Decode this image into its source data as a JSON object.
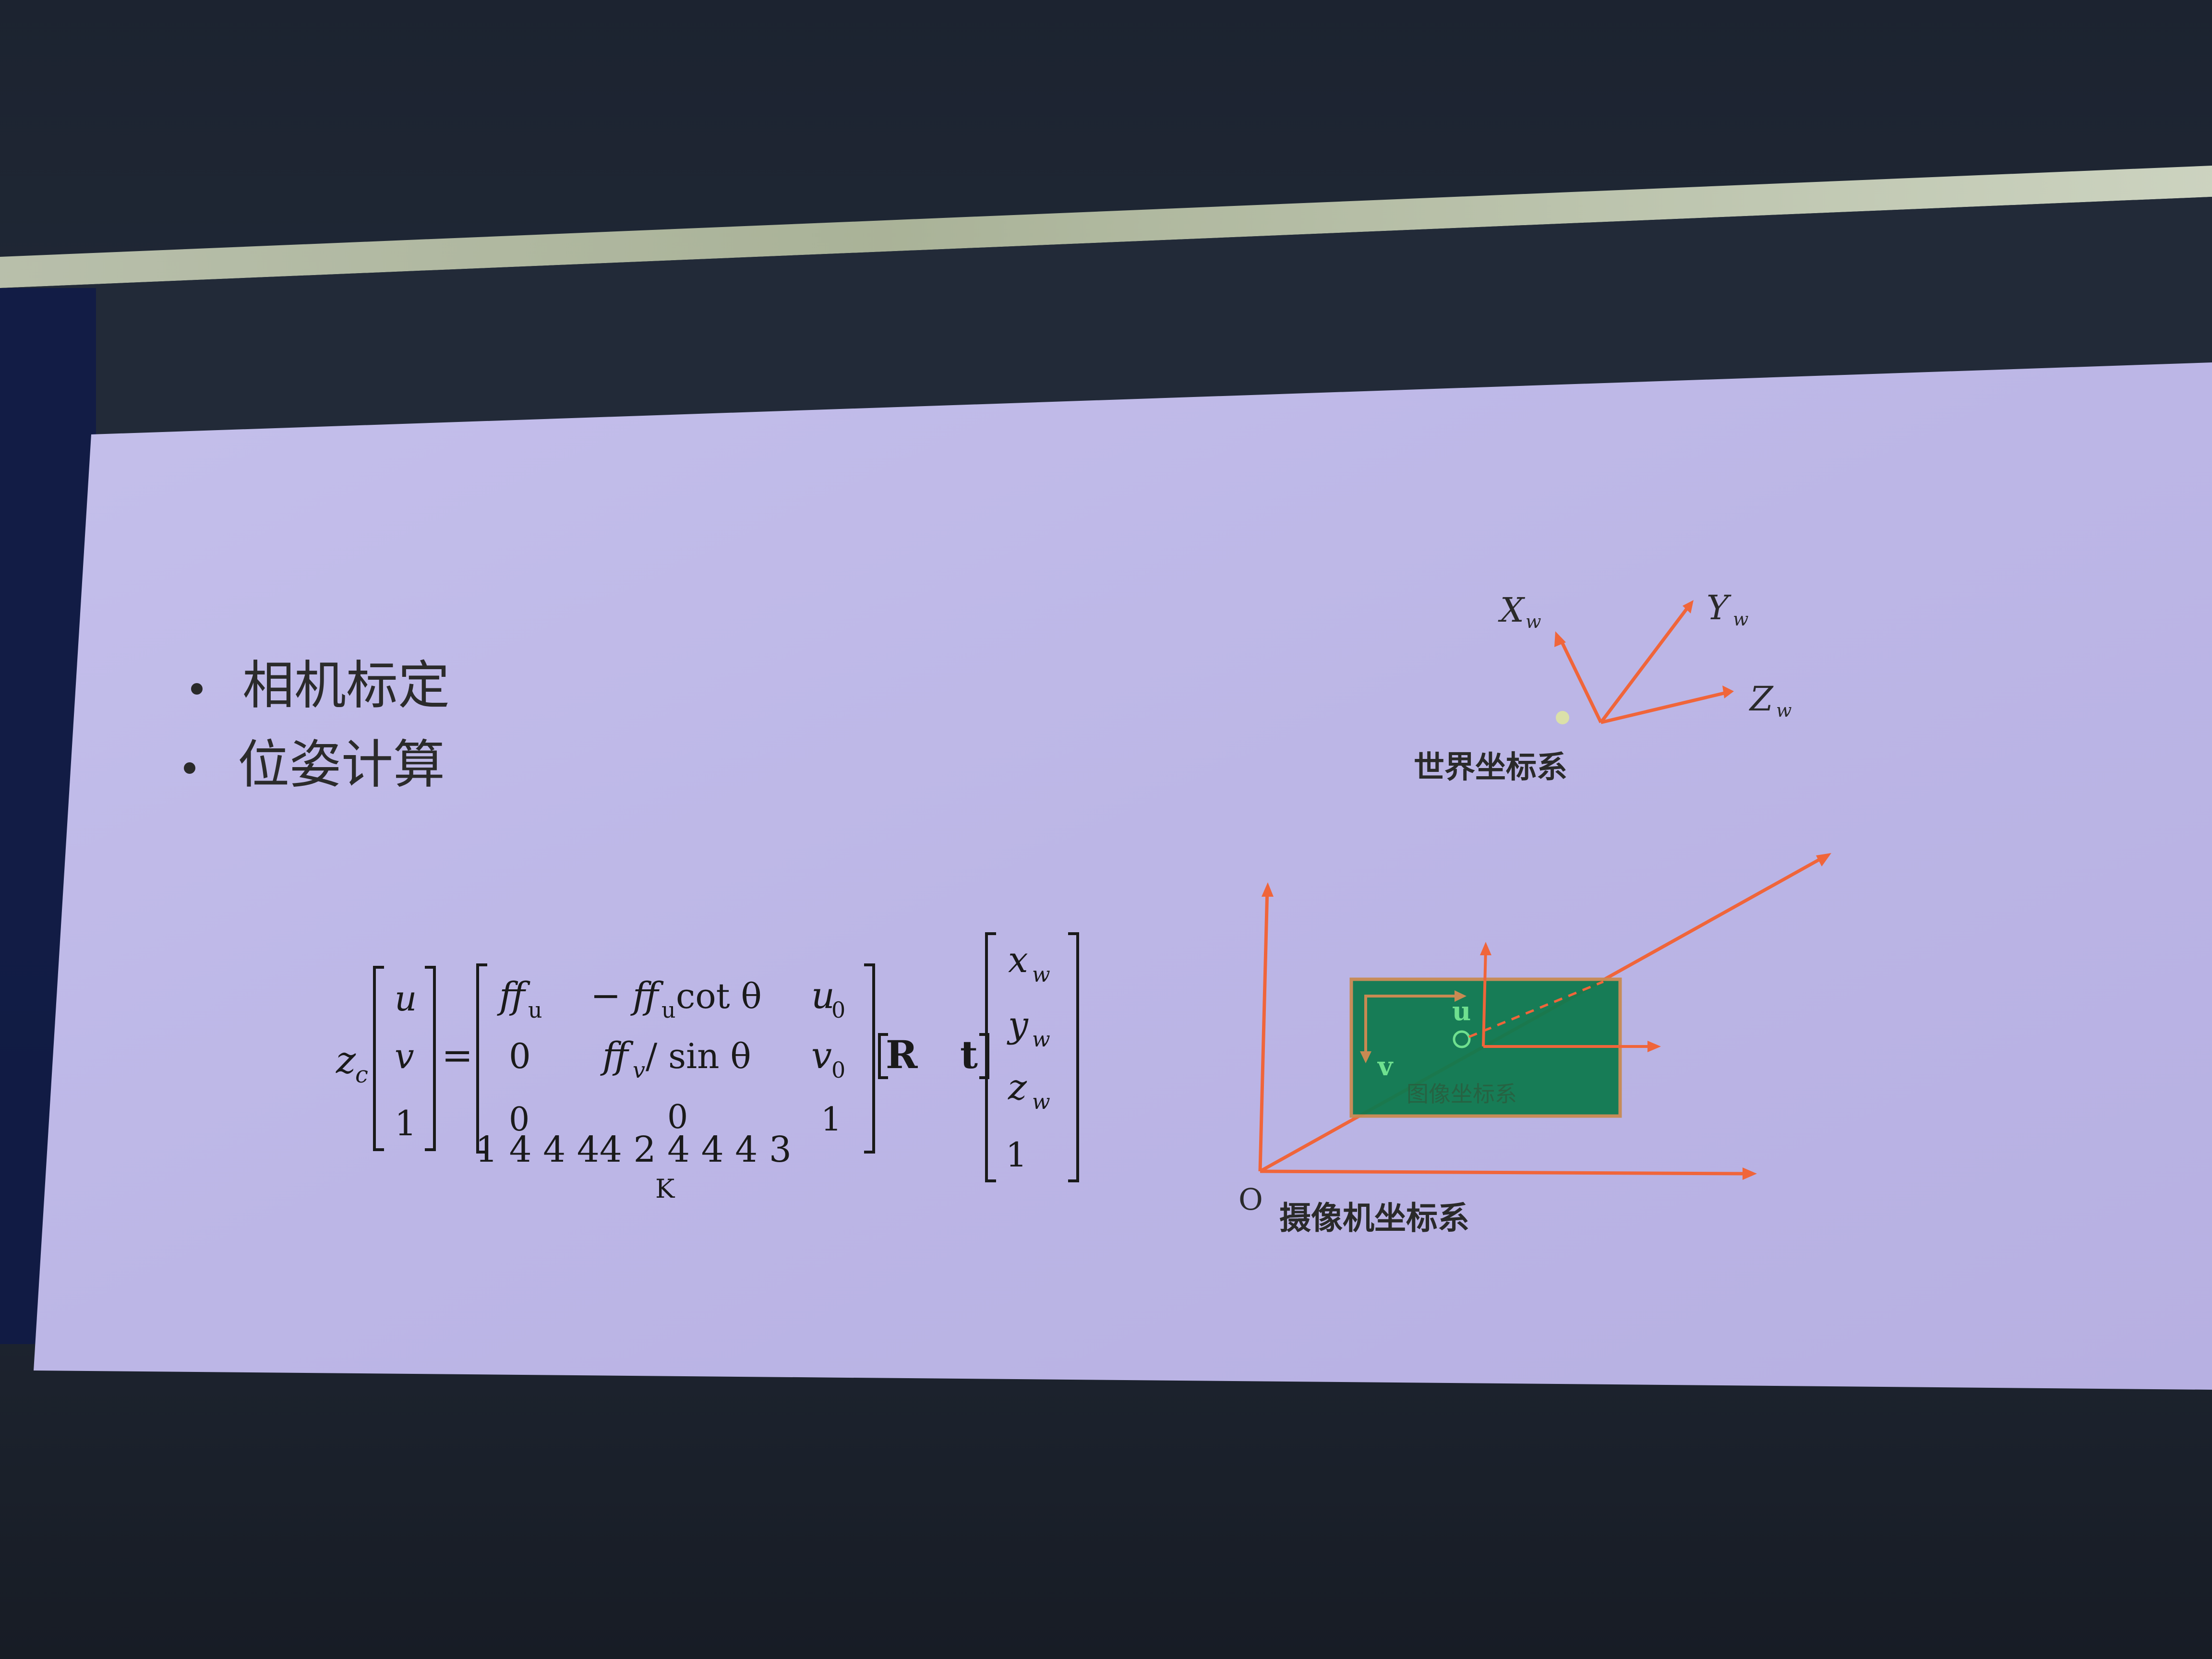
{
  "slide": {
    "bullets": [
      {
        "label": "相机标定"
      },
      {
        "label": "位姿计算"
      }
    ],
    "formula": {
      "lhs_factor": "z",
      "lhs_factor_sub": "c",
      "lhs_vector": [
        "u",
        "v",
        "1"
      ],
      "equals": "=",
      "k_matrix": [
        [
          "ff",
          "u",
          "−ff",
          "u",
          " cot θ",
          "u",
          "0"
        ],
        [
          "0",
          "ff",
          "v",
          " / sin θ",
          "v",
          "0"
        ],
        [
          "0",
          "0",
          "1"
        ]
      ],
      "k_row1": {
        "c1": "ff",
        "c1sub": "u",
        "c2": "− ff",
        "c2sub": "u",
        "c2tail": " cot θ",
        "c3": "u",
        "c3sub": "0"
      },
      "k_row2": {
        "c1": "0",
        "c2": "ff",
        "c2sub": "v",
        "c2tail": " / sin θ",
        "c3": "v",
        "c3sub": "0"
      },
      "k_row3": {
        "c1": "0",
        "c2": "0",
        "c3": "1"
      },
      "underbrace_glyphs": "1 4 4 44 2 4 4 4 3",
      "underbrace_label": "K",
      "rt_R": "R",
      "rt_t": "t",
      "rhs_vector": [
        {
          "v": "x",
          "sub": "w"
        },
        {
          "v": "y",
          "sub": "w"
        },
        {
          "v": "z",
          "sub": "w"
        },
        {
          "v": "1",
          "sub": ""
        }
      ]
    },
    "world_frame": {
      "axis_x": "X",
      "axis_y": "Y",
      "axis_z": "Z",
      "sub": "w",
      "caption": "世界坐标系"
    },
    "camera_frame": {
      "origin_label": "O",
      "caption": "摄像机坐标系",
      "image_plane_caption": "图像坐标系",
      "u_label": "u",
      "v_label": "v"
    }
  },
  "colors": {
    "slide_bg": "#bdb8e6",
    "axis_orange": "#f0653a",
    "image_plane_green": "#0f7a4f",
    "image_plane_border": "#c88a52",
    "text_dark": "#222222"
  }
}
